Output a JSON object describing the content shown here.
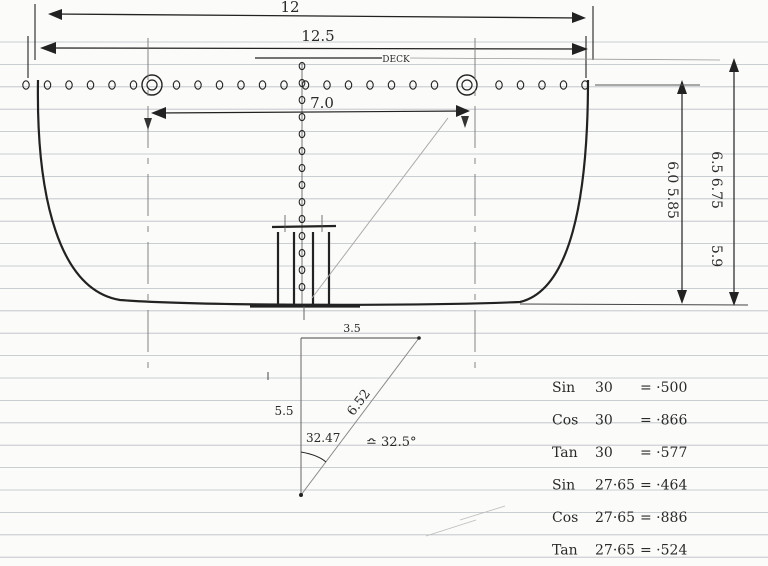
{
  "page": {
    "background": "#fbfbf9",
    "rule_color": "#b9bfc6",
    "ink_color": "#222222",
    "pencil_color": "#9a9a9a"
  },
  "hull_section": {
    "overall_width": "12",
    "beam_width": "12.5",
    "deck_label": "DECK",
    "inner_span": "7.0",
    "height_right_inner": "6.0 5.85",
    "height_right_outer": "6.5 6.75",
    "height_right_small": "5.9"
  },
  "triangle": {
    "base": "3.5",
    "side": "5.5",
    "hypotenuse": "6.52",
    "angle": "32.47",
    "angle_approx": "≏ 32.5°"
  },
  "trig_table": [
    {
      "fn": "Sin",
      "arg": "30",
      "value": "= ·500"
    },
    {
      "fn": "Cos",
      "arg": "30",
      "value": "= ·866"
    },
    {
      "fn": "Tan",
      "arg": "30",
      "value": "= ·577"
    },
    {
      "fn": "Sin",
      "arg": "27·65",
      "value": "= ·464"
    },
    {
      "fn": "Cos",
      "arg": "27·65",
      "value": "= ·886"
    },
    {
      "fn": "Tan",
      "arg": "27·65",
      "value": "= ·524"
    }
  ]
}
